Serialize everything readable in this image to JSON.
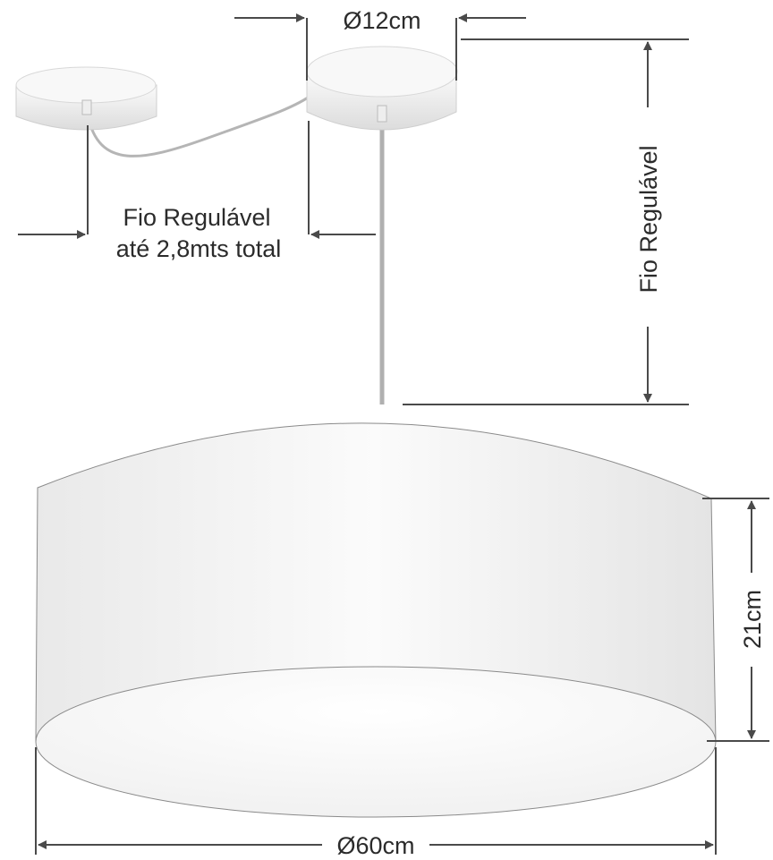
{
  "labels": {
    "canopy_diameter": "Ø12cm",
    "cord_left_line1": "Fio Regulável",
    "cord_left_line2": "até 2,8mts total",
    "cord_vertical": "Fio Regulável",
    "shade_height": "21cm",
    "shade_diameter": "Ø60cm"
  },
  "colors": {
    "dimension_line": "#4a4a4a",
    "shade_outline": "#6e6e6e"
  }
}
